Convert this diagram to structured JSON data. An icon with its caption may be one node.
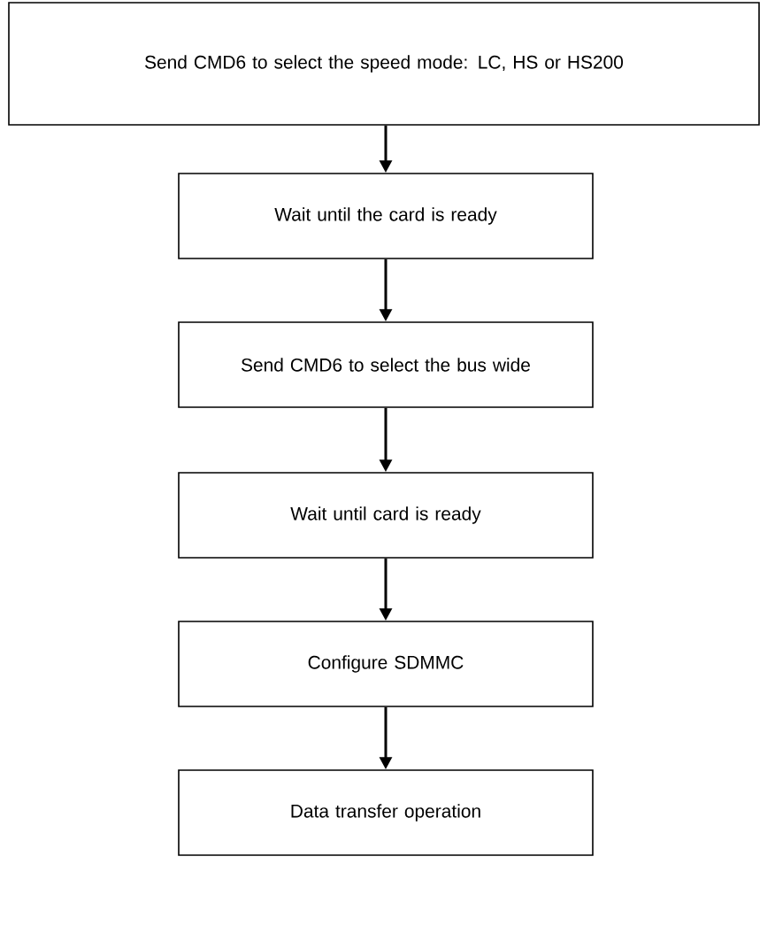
{
  "diagram": {
    "nodes": [
      {
        "text": [
          "Send CMD6 to select the speed mode: LC, HS or HS200"
        ]
      },
      {
        "text": [
          "Wait until the card is ready"
        ]
      },
      {
        "text": [
          "Send CMD6 to select the bus wide"
        ]
      },
      {
        "text": [
          "Wait until card is ready"
        ]
      },
      {
        "text": [
          "Configure SDMMC"
        ]
      },
      {
        "text": [
          "Data transfer operation"
        ]
      }
    ],
    "edges": [
      {
        "from": 0,
        "to": 1,
        "arrow": "to"
      },
      {
        "from": 1,
        "to": 2,
        "arrow": "to"
      },
      {
        "from": 2,
        "to": 3,
        "arrow": "to"
      },
      {
        "from": 3,
        "to": 4,
        "arrow": "to"
      },
      {
        "from": 4,
        "to": 5,
        "arrow": "to"
      }
    ]
  }
}
